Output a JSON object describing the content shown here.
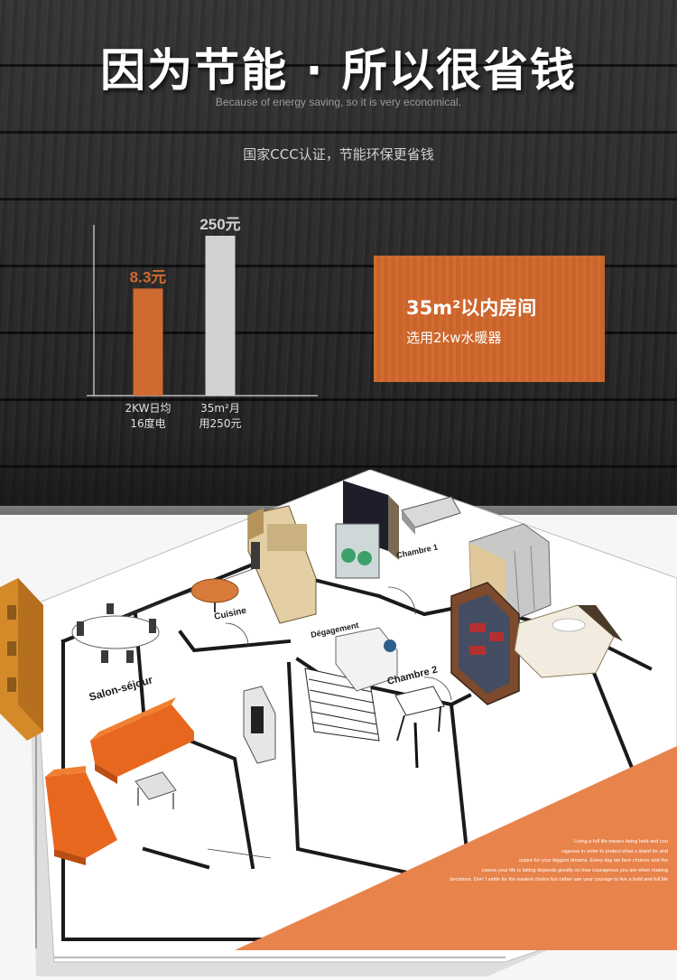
{
  "header": {
    "title": "因为节能 · 所以很省钱",
    "subtitle": "Because of energy saving, so it is very economical.",
    "certification": "国家CCC认证，节能环保更省钱"
  },
  "chart_data": {
    "type": "bar",
    "categories": [
      "2KW日均\n16度电",
      "35m²月\n用250元"
    ],
    "values": [
      8.3,
      250
    ],
    "value_labels": [
      "8.3元",
      "250元"
    ],
    "colors": [
      "#cf6a30",
      "#d2d2d2"
    ],
    "title": "",
    "xlabel": "",
    "ylabel": ""
  },
  "info_box": {
    "title": "35m²以内房间",
    "subtitle": "选用2kw水暖器"
  },
  "floor_plan": {
    "rooms": [
      "Salon-séjour",
      "Cuisine",
      "Dégagement",
      "Chambre 2",
      "Chambre 1"
    ]
  },
  "slogan_lines": [
    "Living a full life means being bold and cou",
    "rageous in order to protect what u stand for and",
    "aspire for your biggest dreams. Every day we face choices and the",
    "course your life is taking depends greatly on how courageous you are when making",
    "decisions. Don’  t settle for the easiest choice but rather use your courage to live a bold and full life"
  ],
  "colors": {
    "accent": "#d0672c",
    "wood_dark": "#2b2b2b",
    "bar_gray": "#d2d2d2"
  }
}
